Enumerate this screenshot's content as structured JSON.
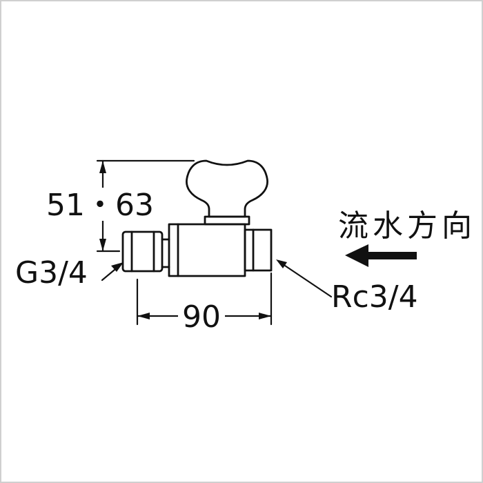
{
  "figure": {
    "background_color": "#ffffff",
    "line_color": "#111111",
    "labels": {
      "dim_height": "51・63",
      "thread_left": "G3/4",
      "dim_length": "90",
      "thread_right": "Rc3/4",
      "flow_direction": "流水方向"
    }
  }
}
